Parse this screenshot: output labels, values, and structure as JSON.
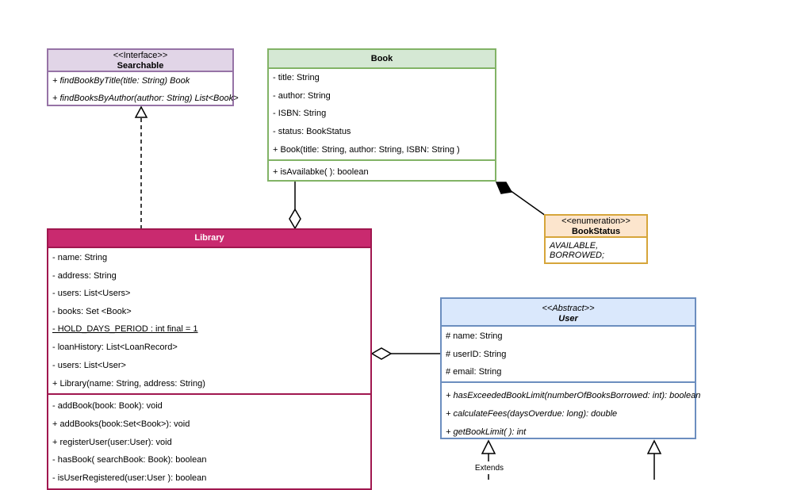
{
  "searchable": {
    "stereotype": "<<Interface>>",
    "name": "Searchable",
    "methods": [
      "+ findBookByTitle(title: String) Book",
      "+ findBooksByAuthor(author: String) List<Book>"
    ]
  },
  "book": {
    "name": "Book",
    "attributes": [
      "- title: String",
      "- author: String",
      "- ISBN: String",
      "- status: BookStatus",
      "+ Book(title: String, author: String, ISBN: String  )"
    ],
    "methods": [
      "+ isAvailabke( ): boolean"
    ]
  },
  "bookstatus": {
    "stereotype": "<<enumeration>>",
    "name": "BookStatus",
    "values": [
      "AVAILABLE,",
      "BORROWED;"
    ]
  },
  "library": {
    "name": "Library",
    "attributes": [
      "- name: String",
      "- address: String",
      "- users: List<Users>",
      "- books: Set <Book>",
      "- HOLD_DAYS_PERIOD : int final = 1",
      "- loanHistory: List<LoanRecord>",
      "- users: List<User>",
      "+ Library(name: String, address: String)"
    ],
    "methods": [
      "- addBook(book: Book): void",
      "+ addBooks(book:Set<Book>): void",
      "+ registerUser(user:User): void",
      "- hasBook( searchBook: Book): boolean",
      "- isUserRegistered(user:User ): boolean"
    ]
  },
  "user": {
    "stereotype": "<<Abstract>>",
    "name": "User",
    "attributes": [
      "# name: String",
      "# userID: String",
      "# email: String"
    ],
    "methods": [
      "+ hasExceededBookLimit(numberOfBooksBorrowed: int): boolean",
      "+ calculateFees(daysOverdue: long): double",
      "+ getBookLimit( ): int"
    ]
  },
  "labels": {
    "extends": "Extends"
  },
  "colors": {
    "interface_fill": "#e1d5e7",
    "interface_border": "#9673a6",
    "book_fill": "#d5e8d4",
    "book_border": "#82b366",
    "enum_fill": "#fce5cd",
    "enum_border": "#d6a53a",
    "library_fill": "#c92a6f",
    "library_border": "#a0174f",
    "user_fill": "#dae8fc",
    "user_border": "#6c8ebf"
  }
}
